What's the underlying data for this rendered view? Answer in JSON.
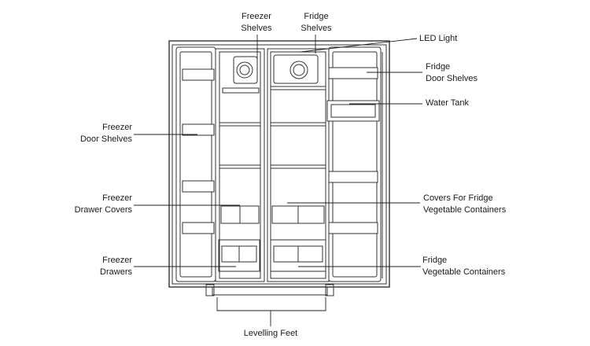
{
  "labels": {
    "freezer_shelves": [
      "Freezer",
      "Shelves"
    ],
    "fridge_shelves": [
      "Fridge",
      "Shelves"
    ],
    "led_light": "LED Light",
    "fridge_door_shelves": [
      "Fridge",
      "Door Shelves"
    ],
    "water_tank": "Water Tank",
    "freezer_door_shelves": [
      "Freezer",
      "Door Shelves"
    ],
    "freezer_drawer_covers": [
      "Freezer",
      "Drawer Covers"
    ],
    "covers_fridge_veg": [
      "Covers For Fridge",
      "Vegetable Containers"
    ],
    "freezer_drawers": [
      "Freezer",
      "Drawers"
    ],
    "fridge_veg_containers": [
      "Fridge",
      "Vegetable Containers"
    ],
    "levelling_feet": "Levelling Feet"
  }
}
